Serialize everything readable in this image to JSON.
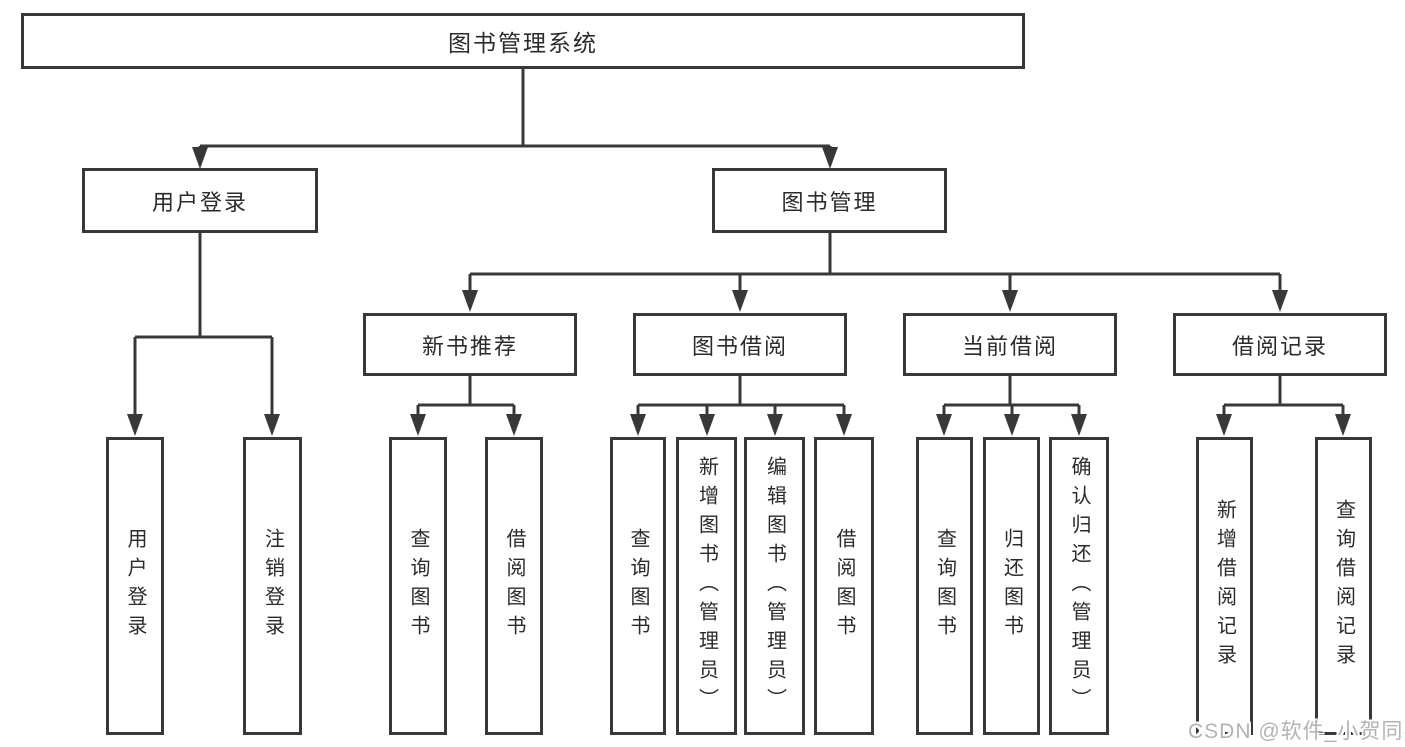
{
  "tree": {
    "root": {
      "label": "图书管理系统",
      "children": [
        {
          "label": "用户登录",
          "children": [
            {
              "label": "用户登录"
            },
            {
              "label": "注销登录"
            }
          ]
        },
        {
          "label": "图书管理",
          "children": [
            {
              "label": "新书推荐",
              "children": [
                {
                  "label": "查询图书"
                },
                {
                  "label": "借阅图书"
                }
              ]
            },
            {
              "label": "图书借阅",
              "children": [
                {
                  "label": "查询图书"
                },
                {
                  "label": "新增图书（管理员）"
                },
                {
                  "label": "编辑图书（管理员）"
                },
                {
                  "label": "借阅图书"
                }
              ]
            },
            {
              "label": "当前借阅",
              "children": [
                {
                  "label": "查询图书"
                },
                {
                  "label": "归还图书"
                },
                {
                  "label": "确认归还（管理员）"
                }
              ]
            },
            {
              "label": "借阅记录",
              "children": [
                {
                  "label": "新增借阅记录"
                },
                {
                  "label": "查询借阅记录"
                }
              ]
            }
          ]
        }
      ]
    }
  },
  "colors": {
    "line": "#383838",
    "text": "#2b2b2b",
    "watermark": "#b3b3b3",
    "background": "#ffffff"
  },
  "watermark": {
    "text": "CSDN @软件_小贺同学"
  }
}
